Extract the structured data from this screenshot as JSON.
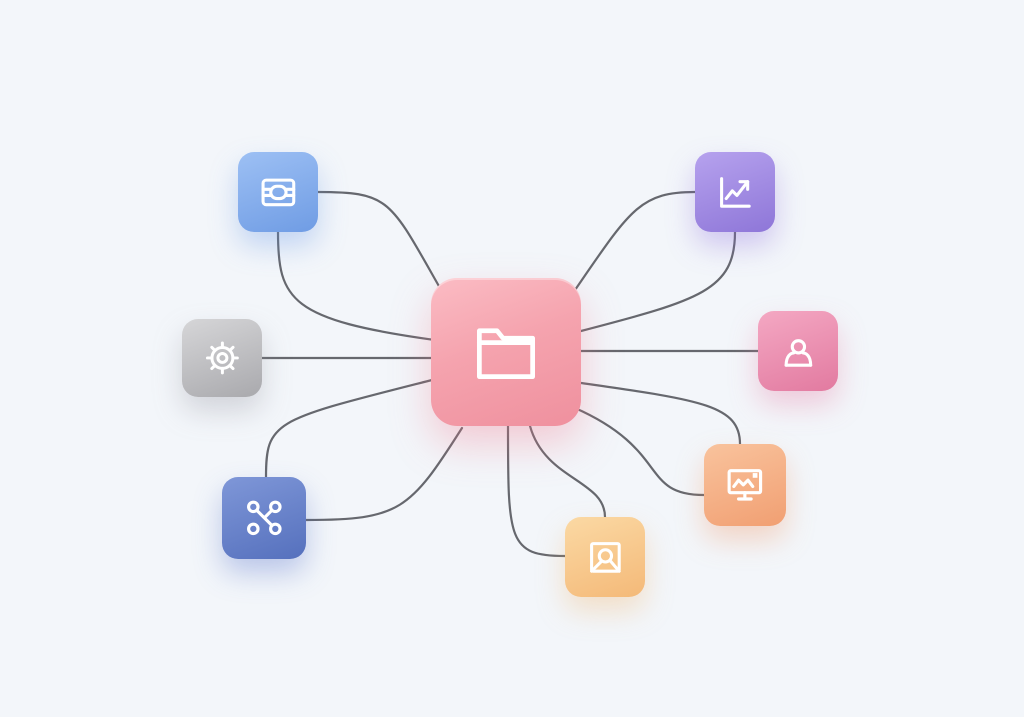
{
  "diagram": {
    "hub": {
      "icon": "folder-icon",
      "color": "#f5a3ae"
    },
    "nodes": [
      {
        "id": "toggle",
        "icon": "toggle-switch-icon",
        "color": "#7ea8ea"
      },
      {
        "id": "gear",
        "icon": "gear-icon",
        "color": "#bdbdc0"
      },
      {
        "id": "network",
        "icon": "network-nodes-icon",
        "color": "#6680c8"
      },
      {
        "id": "chart",
        "icon": "line-chart-icon",
        "color": "#9f88e0"
      },
      {
        "id": "user",
        "icon": "user-profile-icon",
        "color": "#ec90b1"
      },
      {
        "id": "monitor",
        "icon": "monitor-analytics-icon",
        "color": "#f5af85"
      },
      {
        "id": "image",
        "icon": "image-search-icon",
        "color": "#f7c88c"
      }
    ],
    "connections": [
      [
        "hub",
        "toggle"
      ],
      [
        "hub",
        "toggle"
      ],
      [
        "hub",
        "gear"
      ],
      [
        "hub",
        "network"
      ],
      [
        "hub",
        "network"
      ],
      [
        "hub",
        "chart"
      ],
      [
        "hub",
        "chart"
      ],
      [
        "hub",
        "user"
      ],
      [
        "hub",
        "monitor"
      ],
      [
        "hub",
        "monitor"
      ],
      [
        "hub",
        "image"
      ],
      [
        "hub",
        "image"
      ]
    ],
    "background": "#f3f6fa",
    "connector_color": "#66686e"
  }
}
